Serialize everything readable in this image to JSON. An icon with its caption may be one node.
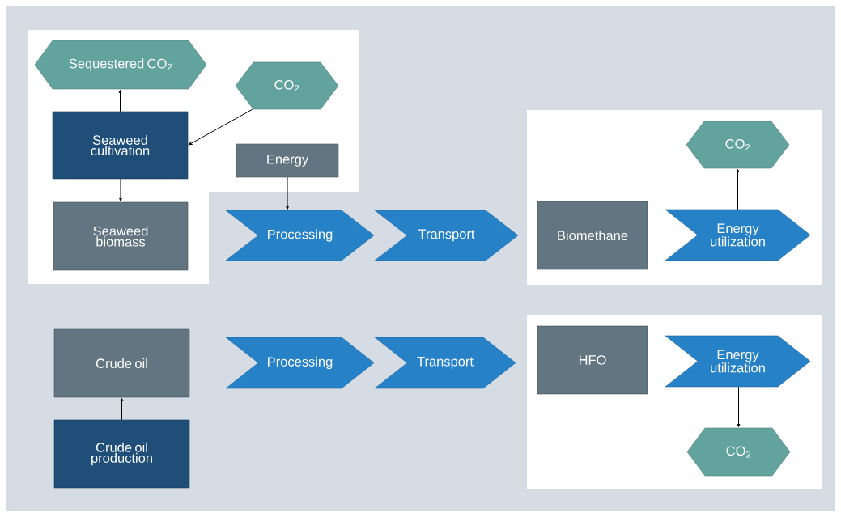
{
  "diagram": {
    "nodes": [
      {
        "text": [
          "Sequestered CO$_{2}$"
        ]
      },
      {
        "text": [
          "CO$_{2}$"
        ]
      },
      {
        "text": [
          "Seaweed cultivation"
        ]
      },
      {
        "text": [
          "Energy"
        ]
      },
      {
        "text": [
          "Seaweed biomass"
        ]
      },
      {
        "text": [
          "Processing"
        ]
      },
      {
        "text": [
          "Transport"
        ]
      },
      {
        "text": [
          "Biomethane"
        ]
      },
      {
        "text": [
          "Energy utilization"
        ]
      },
      {
        "text": [
          "CO$_{2}$"
        ]
      },
      {
        "text": [
          "Crude oil"
        ]
      },
      {
        "text": [
          "Crude oil production"
        ]
      },
      {
        "text": [
          "Processing"
        ]
      },
      {
        "text": [
          "Transport"
        ]
      },
      {
        "text": [
          "HFO"
        ]
      },
      {
        "text": [
          "Energy utilization"
        ]
      },
      {
        "text": [
          "CO$_{2}$"
        ]
      }
    ],
    "edges": [
      {
        "from": 2,
        "to": 0,
        "arrow": "to"
      },
      {
        "from": 1,
        "to": 2,
        "arrow": "to"
      },
      {
        "from": 2,
        "to": 4,
        "arrow": "to"
      },
      {
        "from": 3,
        "to": 5,
        "arrow": "to"
      },
      {
        "from": 8,
        "to": 9,
        "arrow": "to"
      },
      {
        "from": 11,
        "to": 10,
        "arrow": "to"
      },
      {
        "from": 15,
        "to": 16,
        "arrow": "to"
      }
    ]
  }
}
